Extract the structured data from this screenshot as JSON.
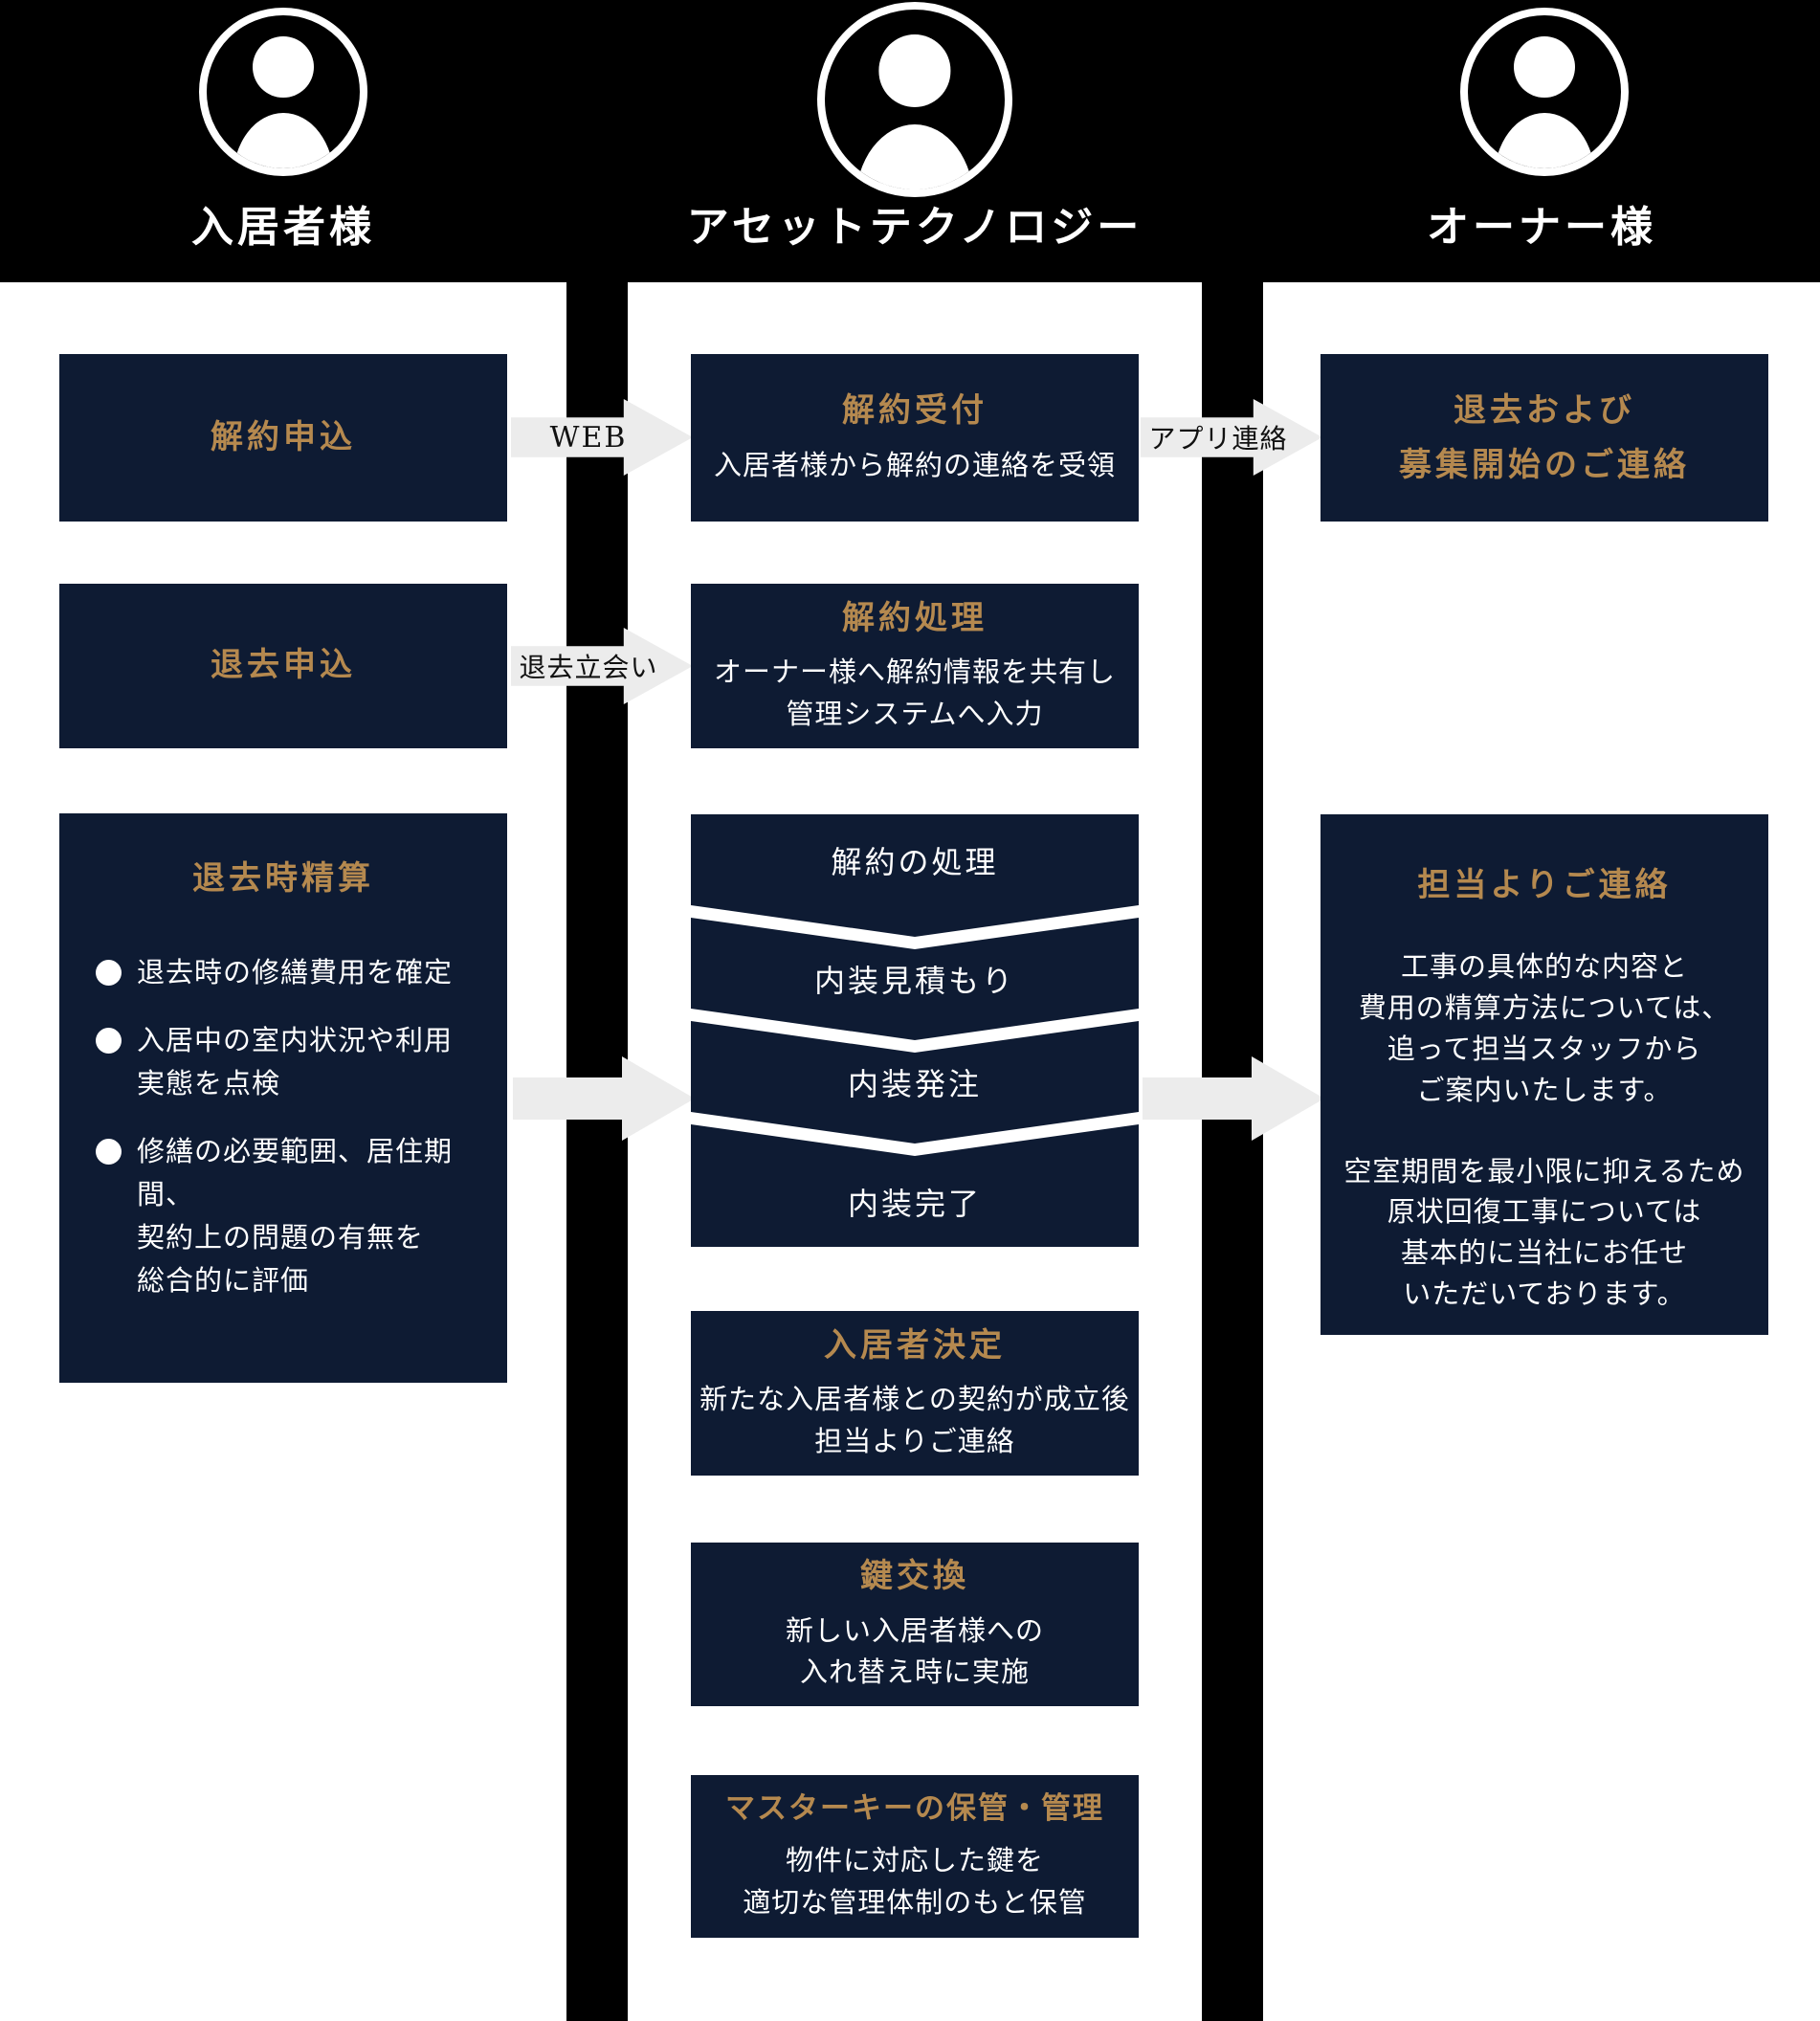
{
  "colors": {
    "background": "#000000",
    "panel": "#ffffff",
    "box_navy": "#0e1b33",
    "accent_gold": "#b5894f",
    "arrow_gray": "#ececec",
    "text_white": "#ffffff"
  },
  "header": {
    "columns": [
      {
        "label": "入居者様"
      },
      {
        "label": "アセットテクノロジー"
      },
      {
        "label": "オーナー様"
      }
    ]
  },
  "tenant_column": {
    "cancel_application": {
      "title": "解約申込"
    },
    "moveout_application": {
      "title": "退去申込"
    },
    "moveout_settlement": {
      "title": "退去時精算",
      "bullets": [
        {
          "lines": [
            "退去時の修繕費用を確定"
          ]
        },
        {
          "lines": [
            "入居中の室内状況や利用",
            "実態を点検"
          ]
        },
        {
          "lines": [
            "修繕の必要範囲、居住期間、",
            "契約上の問題の有無を",
            "総合的に評価"
          ]
        }
      ]
    }
  },
  "company_column": {
    "cancel_reception": {
      "title": "解約受付",
      "body_lines": [
        "入居者様から解約の連絡を受領"
      ]
    },
    "cancel_processing": {
      "title": "解約処理",
      "body_lines": [
        "オーナー様へ解約情報を共有し",
        "管理システムへ入力"
      ]
    },
    "interior_steps": [
      "解約の処理",
      "内装見積もり",
      "内装発注",
      "内装完了"
    ],
    "tenant_decided": {
      "title": "入居者決定",
      "body_lines": [
        "新たな入居者様との契約が成立後",
        "担当よりご連絡"
      ]
    },
    "key_exchange": {
      "title": "鍵交換",
      "body_lines": [
        "新しい入居者様への",
        "入れ替え時に実施"
      ]
    },
    "master_key": {
      "title": "マスターキーの保管・管理",
      "body_lines": [
        "物件に対応した鍵を",
        "適切な管理体制のもと保管"
      ]
    }
  },
  "owner_column": {
    "moveout_notice": {
      "title_lines": [
        "退去および",
        "募集開始のご連絡"
      ]
    },
    "staff_contact": {
      "title": "担当よりご連絡",
      "paragraphs": [
        {
          "lines": [
            "工事の具体的な内容と",
            "費用の精算方法については、",
            "追って担当スタッフから",
            "ご案内いたします。"
          ]
        },
        {
          "lines": [
            "空室期間を最小限に抑えるため",
            "原状回復工事については",
            "基本的に当社にお任せ",
            "いただいております。"
          ]
        }
      ]
    }
  },
  "arrows": {
    "web": {
      "label": "WEB"
    },
    "moveout_inspection": {
      "label": "退去立会い"
    },
    "app_contact": {
      "label": "アプリ連絡"
    }
  }
}
